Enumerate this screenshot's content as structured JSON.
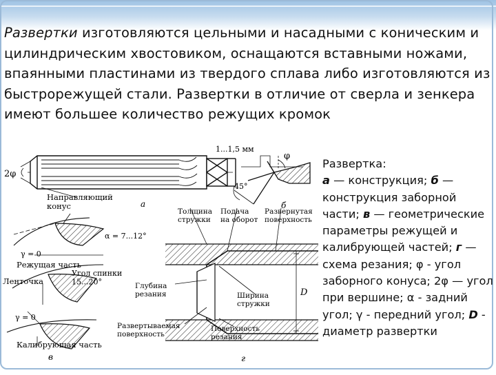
{
  "header": {
    "lead_italic": "Развертки",
    "body": " изготовляются цельными и насадными с коническим и цилиндрическим хвостовиком, оснащаются вставными ножами, впаянными пластинами из твердого сплава либо изготовляются из быстрорежущей стали. Развертки в отличие от сверла и зенкера имеют большее количество режущих кромок"
  },
  "caption": {
    "title": "Развертка:",
    "lines": [
      {
        "prefix": "",
        "italic": "а",
        "text": " — конструкция; "
      },
      {
        "prefix": "",
        "italic": "б",
        "text": " — конструкция заборной части; "
      },
      {
        "prefix": "",
        "italic": "в",
        "text": " — геометрические параметры режущей и калибрующей частей; "
      },
      {
        "prefix": "",
        "italic": "г",
        "text": " — схема резания; "
      }
    ],
    "tail": "φ - угол заборного конуса; 2φ — угол при вершине; α - задний угол; γ - передний угол; ",
    "d_italic": "D",
    "d_text": " - диаметр развертки"
  },
  "figure": {
    "labels": {
      "two_phi": "2φ",
      "guide_cone": "Направляющий\nконус",
      "fig_a": "а",
      "size": "1...1,5 мм",
      "phi": "φ",
      "angle45": "45°",
      "fig_b": "б",
      "alpha": "α = 7...12°",
      "gamma1": "γ = 0",
      "cutting_part": "Режущая часть",
      "land": "Ленточка",
      "back_angle": "Угол спинки\n15...20°",
      "gamma2": "γ = 0",
      "calibrating_part": "Калибрующая часть",
      "fig_v": "в",
      "chip_thickness": "Толщина\nстружки",
      "feed": "Подача\nна оборот",
      "reamed_surface": "Развернутая\nповерхность",
      "cut_depth": "Глубина\nрезания",
      "chip_width": "Ширина\nстружки",
      "D": "D",
      "surface_to_ream": "Развертываемая\nповерхность",
      "cutting_surface": "Поверхность\nрезания",
      "fig_g": "г"
    }
  }
}
